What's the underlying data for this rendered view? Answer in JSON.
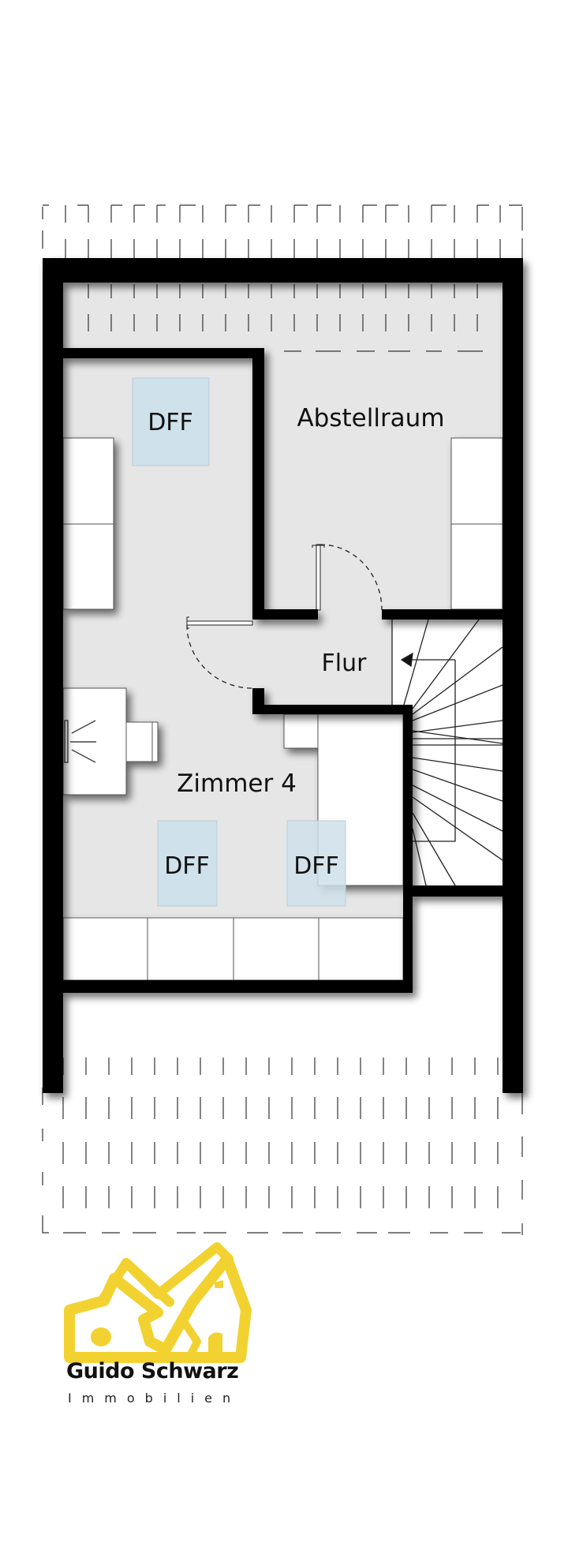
{
  "plan": {
    "rooms": {
      "storage": "Abstellraum",
      "hall": "Flur",
      "room4": "Zimmer 4"
    },
    "skylights": [
      "DFF",
      "DFF",
      "DFF"
    ],
    "colors": {
      "wall": "#000000",
      "floor": "#e6e6e6",
      "skylight": "#cfe1ea",
      "furniture": "#ffffff",
      "background": "#ffffff"
    }
  },
  "logo": {
    "name": "Guido Schwarz",
    "subtitle": "Immobilien",
    "color": "#f2d230"
  }
}
